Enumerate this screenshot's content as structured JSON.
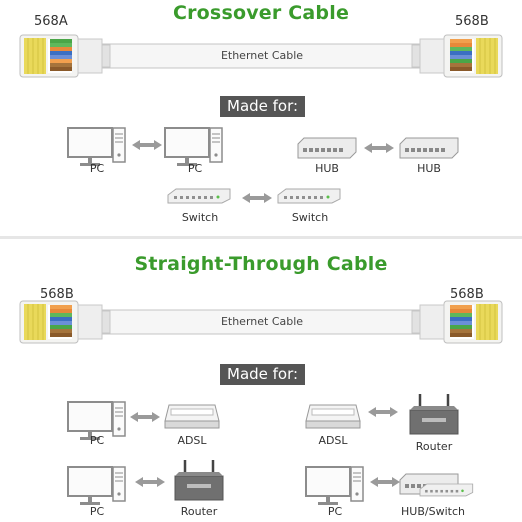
{
  "colors": {
    "title_green": "#3a9b2c",
    "madefor_bg": "#555555",
    "arrow": "#9a9a9a"
  },
  "crossover": {
    "title": "Crossover Cable",
    "left_standard": "568A",
    "right_standard": "568B",
    "cable_label": "Ethernet Cable",
    "made_for": "Made for:",
    "labels": {
      "pc1": "PC",
      "pc2": "PC",
      "hub1": "HUB",
      "hub2": "HUB",
      "sw1": "Switch",
      "sw2": "Switch"
    }
  },
  "straight": {
    "title": "Straight-Through Cable",
    "left_standard": "568B",
    "right_standard": "568B",
    "cable_label": "Ethernet Cable",
    "made_for": "Made for:",
    "labels": {
      "pc_a": "PC",
      "adsl_a": "ADSL",
      "adsl_b": "ADSL",
      "router_b": "Router",
      "pc_c": "PC",
      "router_c": "Router",
      "pc_d": "PC",
      "hubswitch_d": "HUB/Switch"
    }
  },
  "icons": [
    "rj45-connector-icon",
    "monitor-icon",
    "tower-icon",
    "hub-icon",
    "switch-icon",
    "adsl-modem-icon",
    "router-icon",
    "double-arrow-icon"
  ]
}
